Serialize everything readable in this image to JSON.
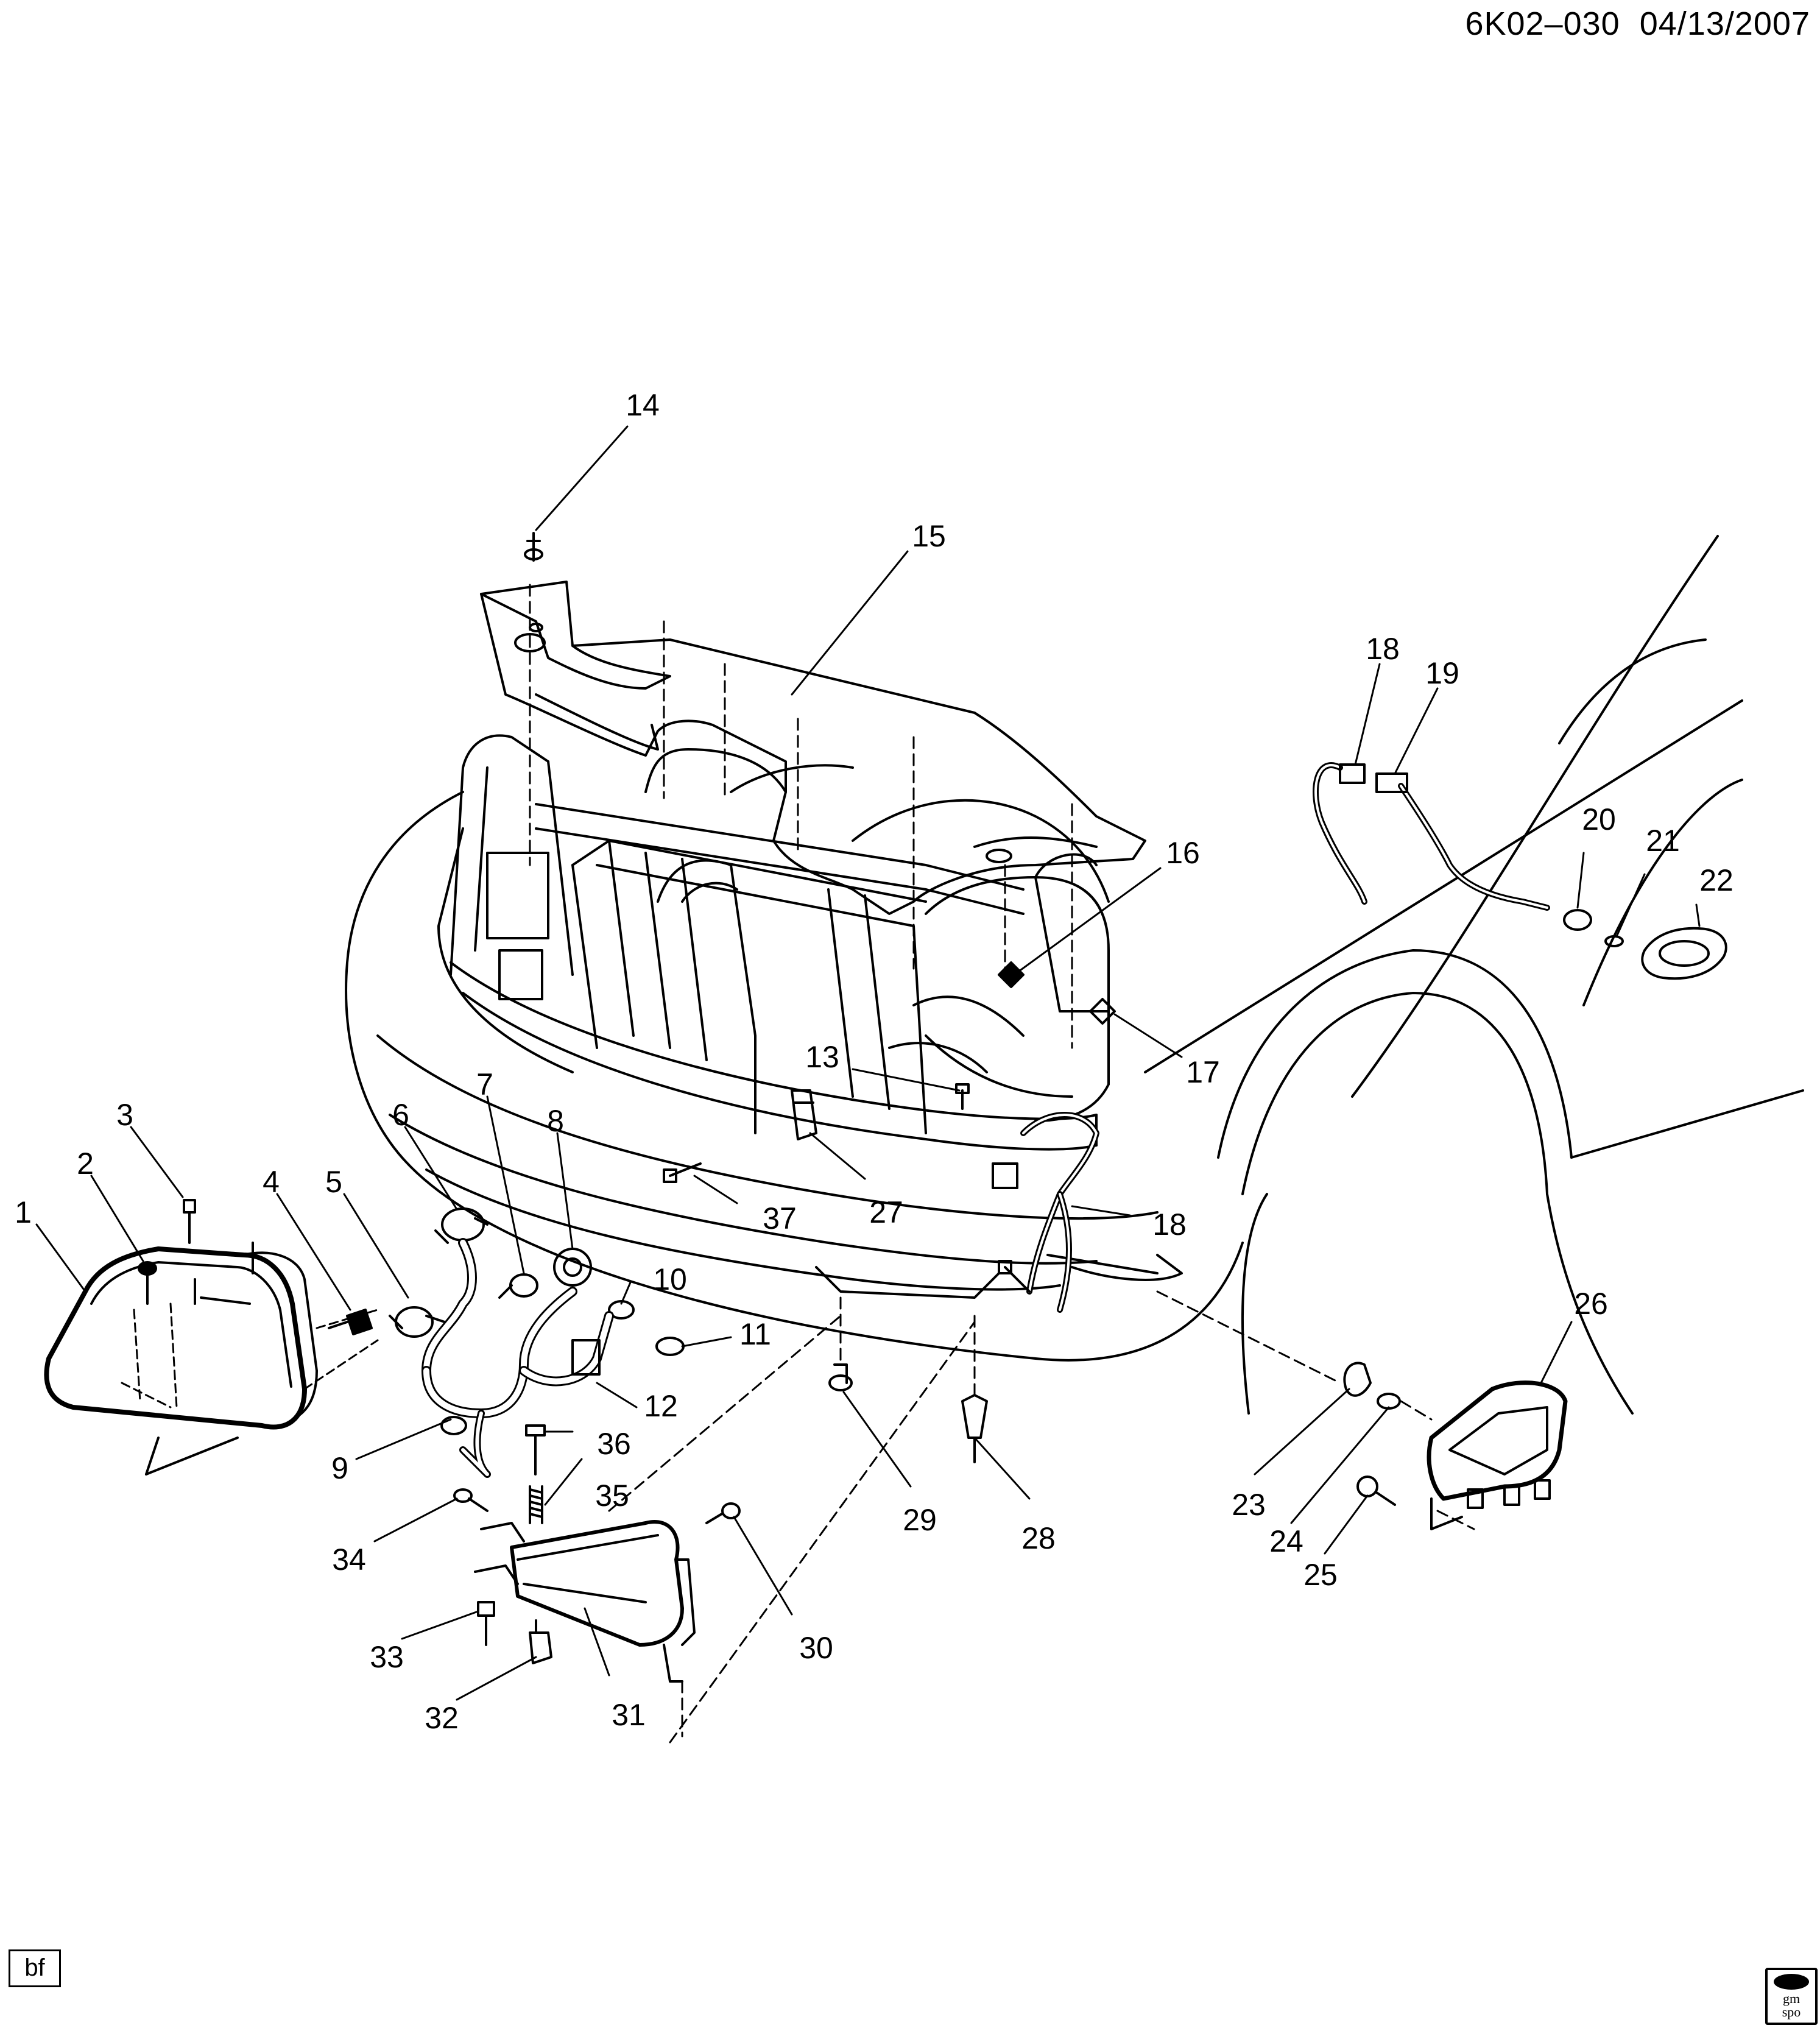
{
  "header": {
    "code": "6K02–030",
    "date": "04/13/2007"
  },
  "footer": {
    "tag": "bf"
  },
  "logo": {
    "line1": "gm",
    "line2": "spo"
  },
  "callouts": {
    "c1": "1",
    "c2": "2",
    "c3": "3",
    "c4": "4",
    "c5": "5",
    "c6": "6",
    "c7": "7",
    "c8": "8",
    "c9": "9",
    "c10": "10",
    "c11": "11",
    "c12": "12",
    "c13": "13",
    "c14": "14",
    "c15": "15",
    "c16": "16",
    "c17": "17",
    "c18a": "18",
    "c18b": "18",
    "c19": "19",
    "c20": "20",
    "c21": "21",
    "c22": "22",
    "c23": "23",
    "c24": "24",
    "c25": "25",
    "c26": "26",
    "c27": "27",
    "c28": "28",
    "c29": "29",
    "c30": "30",
    "c31": "31",
    "c32": "32",
    "c33": "33",
    "c34": "34",
    "c35": "35",
    "c36": "36",
    "c37": "37"
  }
}
